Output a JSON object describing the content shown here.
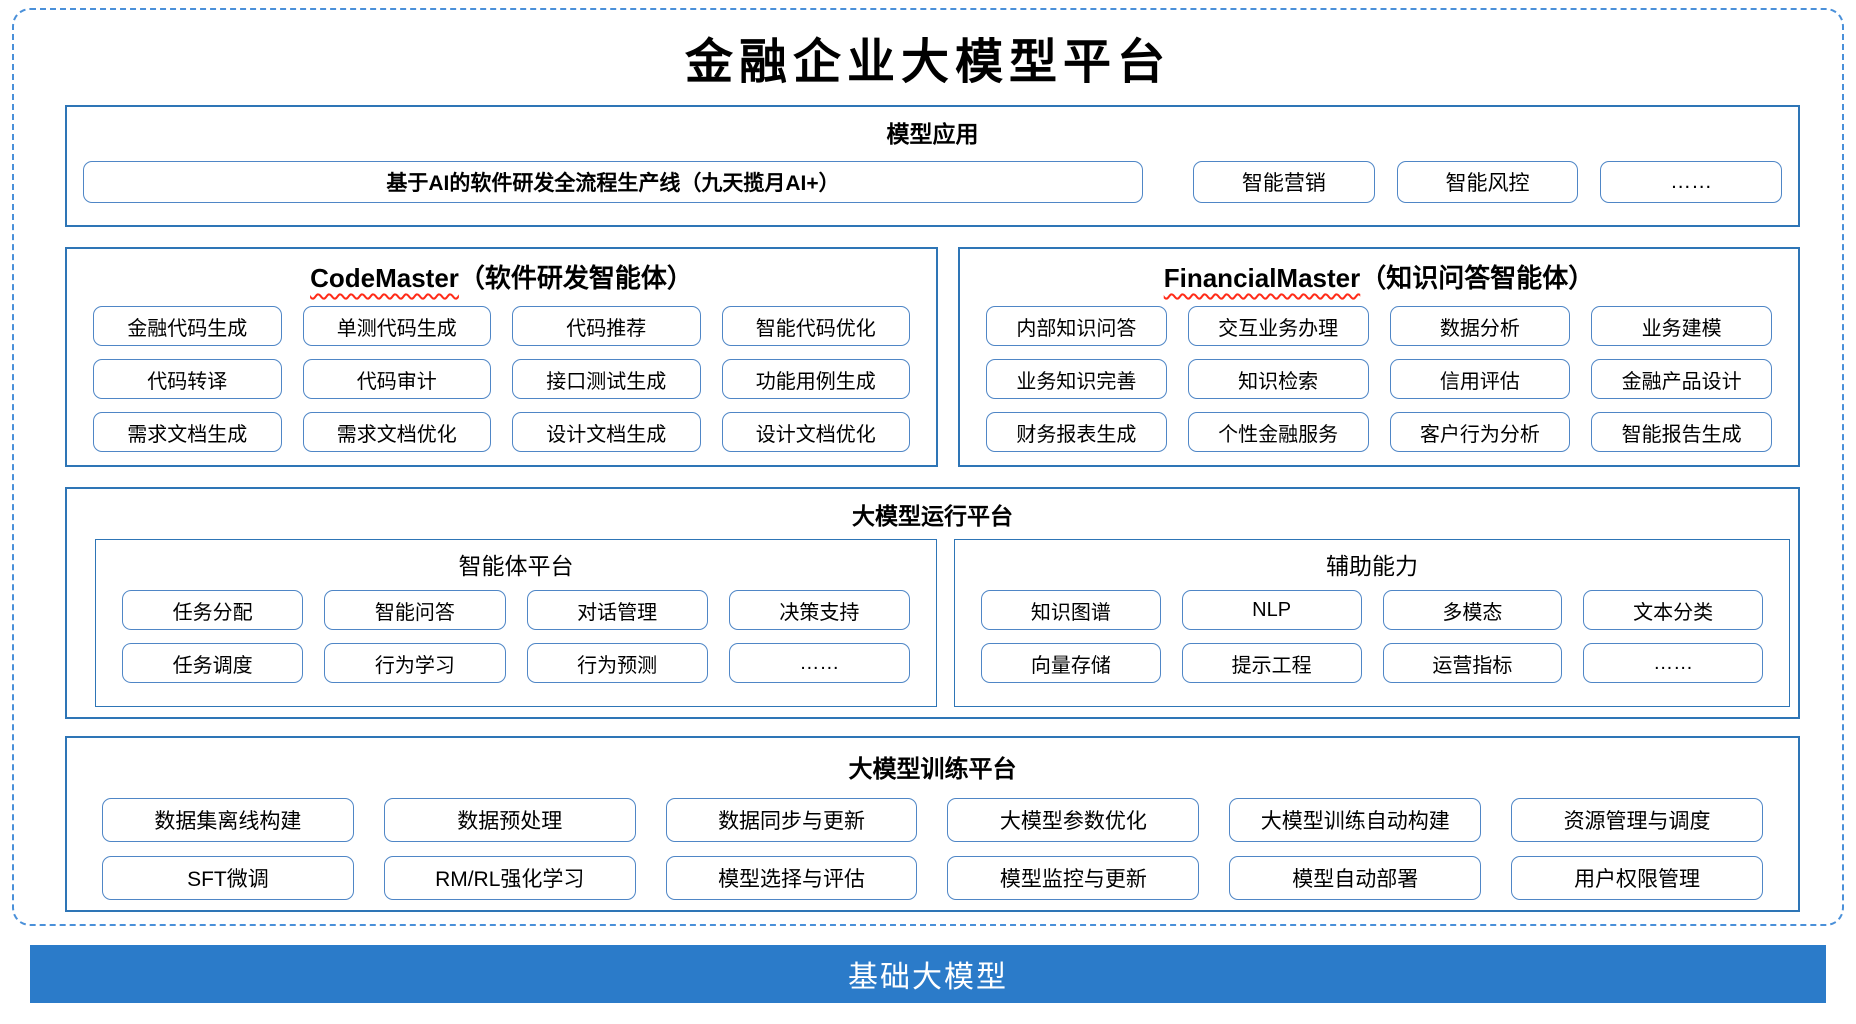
{
  "title": "金融企业大模型平台",
  "colors": {
    "section_border": "#2E75B6",
    "item_border": "#4F86C6",
    "dashed_border": "#4A90D9",
    "bar_background": "#2B7BC9",
    "bar_text": "#FFFFFF",
    "squiggle": "#FF2B18"
  },
  "model_application": {
    "header": "模型应用",
    "main_item": "基于AI的软件研发全流程生产线（九天揽月AI+）",
    "items": [
      "智能营销",
      "智能风控",
      "……"
    ]
  },
  "code_master": {
    "title_en": "CodeMaster",
    "title_zh": "（软件研发智能体）",
    "items": [
      "金融代码生成",
      "单测代码生成",
      "代码推荐",
      "智能代码优化",
      "代码转译",
      "代码审计",
      "接口测试生成",
      "功能用例生成",
      "需求文档生成",
      "需求文档优化",
      "设计文档生成",
      "设计文档优化"
    ]
  },
  "financial_master": {
    "title_en": "FinancialMaster",
    "title_zh": "（知识问答智能体）",
    "items": [
      "内部知识问答",
      "交互业务办理",
      "数据分析",
      "业务建模",
      "业务知识完善",
      "知识检索",
      "信用评估",
      "金融产品设计",
      "财务报表生成",
      "个性金融服务",
      "客户行为分析",
      "智能报告生成"
    ]
  },
  "runtime_platform": {
    "header": "大模型运行平台",
    "agent_platform": {
      "title": "智能体平台",
      "items": [
        "任务分配",
        "智能问答",
        "对话管理",
        "决策支持",
        "任务调度",
        "行为学习",
        "行为预测",
        "……"
      ]
    },
    "auxiliary": {
      "title": "辅助能力",
      "items": [
        "知识图谱",
        "NLP",
        "多模态",
        "文本分类",
        "向量存储",
        "提示工程",
        "运营指标",
        "……"
      ]
    }
  },
  "training_platform": {
    "header": "大模型训练平台",
    "items": [
      "数据集离线构建",
      "数据预处理",
      "数据同步与更新",
      "大模型参数优化",
      "大模型训练自动构建",
      "资源管理与调度",
      "SFT微调",
      "RM/RL强化学习",
      "模型选择与评估",
      "模型监控与更新",
      "模型自动部署",
      "用户权限管理"
    ]
  },
  "foundation_bar": {
    "label": "基础大模型"
  }
}
